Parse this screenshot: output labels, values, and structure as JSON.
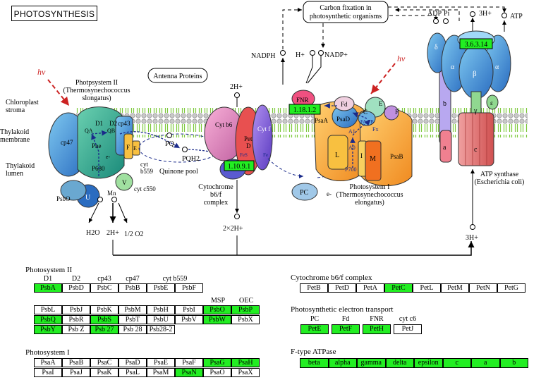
{
  "title": "PHOTOSYNTHESIS",
  "colors": {
    "highlight": "#22ee22",
    "membrane": "#8ad24a",
    "arrow": "#1a2a8a",
    "light": "#cc2222"
  },
  "icons": [
    "light-arrow-icon",
    "bead-icon"
  ],
  "diagram": {
    "hv_left": "hv",
    "hv_right": "hv",
    "chloroplast": [
      "Chloroplast",
      "stroma"
    ],
    "thylakoid_membrane": [
      "Thylakoid",
      "membrane"
    ],
    "thylakoid_lumen": [
      "Thylakoid",
      "lumen"
    ],
    "psii_name": [
      "Photpsystem II",
      "(Thermosynechococcus",
      "slongatus)"
    ],
    "antenna": "Antenna Proteins",
    "carbon_fixation": [
      "Carbon fixation in",
      "photosynthetic organisms"
    ],
    "nadph": "NADPH",
    "hplus_nadp": "H+",
    "nadp": "NADP+",
    "adp": "ADP",
    "pi": "Pi",
    "three_h_top": "3H+",
    "atp": "ATP",
    "two_h_top": "2H+",
    "two_h_bottom": "2H+",
    "two_x_two_h": "2×2H+",
    "three_h_bottom": "3H+",
    "h2o": "H2O",
    "half_o2": "1/2 O2",
    "cytochrome_name": [
      "Cytochrome",
      "b6/f",
      "complex"
    ],
    "psi_name": [
      "Photosystem I",
      "(Thermosynechococcus",
      "elongatus)"
    ],
    "atp_synthase_name": [
      "ATP synthase",
      "(Escherichia coli)"
    ],
    "quinone_pool": "Quinone pool",
    "pq": "PQ",
    "pqh2": "PQH2",
    "pc": "PC",
    "e_minus": "e-",
    "cyt_b559": [
      "cyt",
      "b559"
    ],
    "cyt_c550": "cyt c550",
    "mn": "Mn",
    "psbo": "PsbO",
    "ec_fnr": "1.18.1.2",
    "ec_cyt": "1.10.9.1",
    "ec_atp": "3.6.3.14",
    "psii_labels": {
      "d1": "D1",
      "d2": "D2",
      "qa": "QA",
      "qb": "QB",
      "cp43": "cp43",
      "cp47": "cp47",
      "phe": "Phe",
      "p680": "P680",
      "e": "e-",
      "u": "U",
      "v": "V",
      "f": "F",
      "e_sub": "E"
    },
    "cyt_labels": {
      "cytb6": "Cyt b6",
      "pet_d": "Pet",
      "pet_d2": "D",
      "cytf": "Cyt f",
      "fes": "FeS",
      "fe": "Fe"
    },
    "psi_labels": {
      "fnr": "FNR",
      "fd": "Fd",
      "psad": "PsaD",
      "psaa": "PsaA",
      "psab": "PsaB",
      "c": "C",
      "e": "E",
      "f": "F",
      "l": "L",
      "i": "I",
      "m": "M",
      "fafb": "FA/FB",
      "fx": "Fx",
      "a1": "A1",
      "a0": "A0",
      "p700": "P700"
    },
    "atp_labels": {
      "delta": "δ",
      "alpha_l": "α",
      "alpha_r": "α",
      "beta": "β",
      "gamma": "γ",
      "epsilon": "ε",
      "b": "b",
      "a": "a",
      "c": "c"
    }
  },
  "tables": {
    "psii": {
      "title": "Photosystem II",
      "headers1": [
        "D1",
        "D2",
        "cp43",
        "cp47",
        "cyt b559"
      ],
      "row1": [
        {
          "t": "PsbA",
          "on": true
        },
        {
          "t": "PsbD",
          "on": false
        },
        {
          "t": "PsbC",
          "on": false
        },
        {
          "t": "PsbB",
          "on": false
        },
        {
          "t": "PsbE",
          "on": false
        },
        {
          "t": "PsbF",
          "on": false
        }
      ],
      "headers2": [
        "MSP",
        "OEC"
      ],
      "grid": [
        [
          {
            "t": "PsbL",
            "on": false
          },
          {
            "t": "PsbJ",
            "on": false
          },
          {
            "t": "PsbK",
            "on": false
          },
          {
            "t": "PsbM",
            "on": false
          },
          {
            "t": "PsbH",
            "on": false
          },
          {
            "t": "PsbI",
            "on": false
          },
          {
            "t": "PsbO",
            "on": true
          },
          {
            "t": "PsbP",
            "on": true
          }
        ],
        [
          {
            "t": "PsbQ",
            "on": true
          },
          {
            "t": "PsbR",
            "on": false
          },
          {
            "t": "PsbS",
            "on": true
          },
          {
            "t": "PsbT",
            "on": false
          },
          {
            "t": "PsbU",
            "on": false
          },
          {
            "t": "PsbV",
            "on": false
          },
          {
            "t": "PsbW",
            "on": true
          },
          {
            "t": "PsbX",
            "on": false
          }
        ],
        [
          {
            "t": "PsbY",
            "on": true
          },
          {
            "t": "Psb Z",
            "on": false
          },
          {
            "t": "Psb 27",
            "on": true
          },
          {
            "t": "Psb 28",
            "on": false
          },
          {
            "t": "Psb28-2",
            "on": false
          }
        ]
      ]
    },
    "psi": {
      "title": "Photosystem I",
      "grid": [
        [
          {
            "t": "PsaA",
            "on": false
          },
          {
            "t": "PsaB",
            "on": false
          },
          {
            "t": "PsaC",
            "on": false
          },
          {
            "t": "PsaD",
            "on": false
          },
          {
            "t": "PsaE",
            "on": false
          },
          {
            "t": "PsaF",
            "on": false
          },
          {
            "t": "PsaG",
            "on": true
          },
          {
            "t": "PsaH",
            "on": true
          }
        ],
        [
          {
            "t": "PsaI",
            "on": false
          },
          {
            "t": "PsaJ",
            "on": false
          },
          {
            "t": "PsaK",
            "on": false
          },
          {
            "t": "PsaL",
            "on": false
          },
          {
            "t": "PsaM",
            "on": false
          },
          {
            "t": "PsaN",
            "on": true
          },
          {
            "t": "PsaO",
            "on": false
          },
          {
            "t": "PsaX",
            "on": false
          }
        ]
      ]
    },
    "cyt": {
      "title": "Cytochrome b6/f complex",
      "row": [
        {
          "t": "PetB",
          "on": false
        },
        {
          "t": "PetD",
          "on": false
        },
        {
          "t": "PetA",
          "on": false
        },
        {
          "t": "PetC",
          "on": true
        },
        {
          "t": "PetL",
          "on": false
        },
        {
          "t": "PetM",
          "on": false
        },
        {
          "t": "PetN",
          "on": false
        },
        {
          "t": "PetG",
          "on": false
        }
      ]
    },
    "pet": {
      "title": "Photosynthetic electron transport",
      "headers": [
        "PC",
        "Fd",
        "FNR",
        "cyt c6"
      ],
      "row": [
        {
          "t": "PetE",
          "on": true
        },
        {
          "t": "PetF",
          "on": true
        },
        {
          "t": "PetH",
          "on": true
        },
        {
          "t": "PetJ",
          "on": false
        }
      ]
    },
    "atpase": {
      "title": "F-type ATPase",
      "row": [
        {
          "t": "beta",
          "on": true
        },
        {
          "t": "alpha",
          "on": true
        },
        {
          "t": "gamma",
          "on": true
        },
        {
          "t": "delta",
          "on": true
        },
        {
          "t": "epsilon",
          "on": true
        },
        {
          "t": "c",
          "on": true
        },
        {
          "t": "a",
          "on": true
        },
        {
          "t": "b",
          "on": true
        }
      ]
    }
  }
}
